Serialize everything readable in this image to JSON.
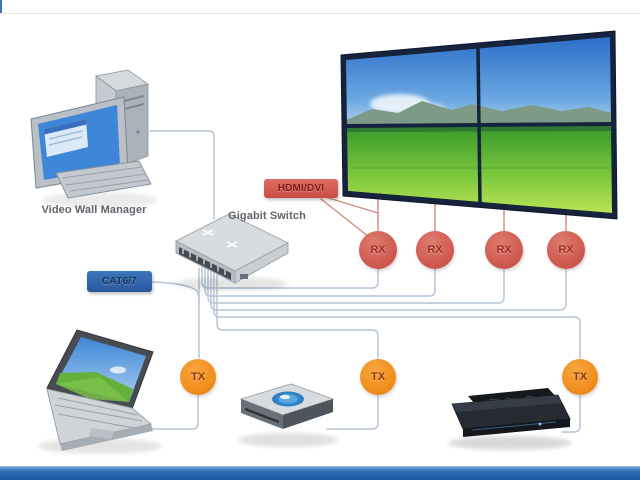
{
  "diagram": {
    "labels": {
      "manager": "Video Wall Manager",
      "switch": "Gigabit Switch"
    },
    "badges": {
      "hdmi": "HDMI/DVI",
      "cat": "CAT6/7"
    },
    "receivers": [
      {
        "label": "RX"
      },
      {
        "label": "RX"
      },
      {
        "label": "RX"
      },
      {
        "label": "RX"
      }
    ],
    "transmitters": [
      {
        "label": "TX"
      },
      {
        "label": "TX"
      },
      {
        "label": "TX"
      }
    ],
    "devices": {
      "desktop_pc": "video-wall-manager-computer",
      "switch": "gigabit-switch",
      "video_wall": "2x2-video-wall",
      "laptop": "laptop-source",
      "bluray": "blu-ray-player-source",
      "settop": "set-top-box-source"
    },
    "colors": {
      "rx_badge": "#cf5a50",
      "tx_badge": "#f08f1d",
      "hdmi_badge": "#d4564c",
      "cat_badge": "#2f63ad",
      "cat_cable": "#b3c2d4",
      "video_cable": "#d4897f",
      "bottom_bar": "#2364ae"
    }
  }
}
